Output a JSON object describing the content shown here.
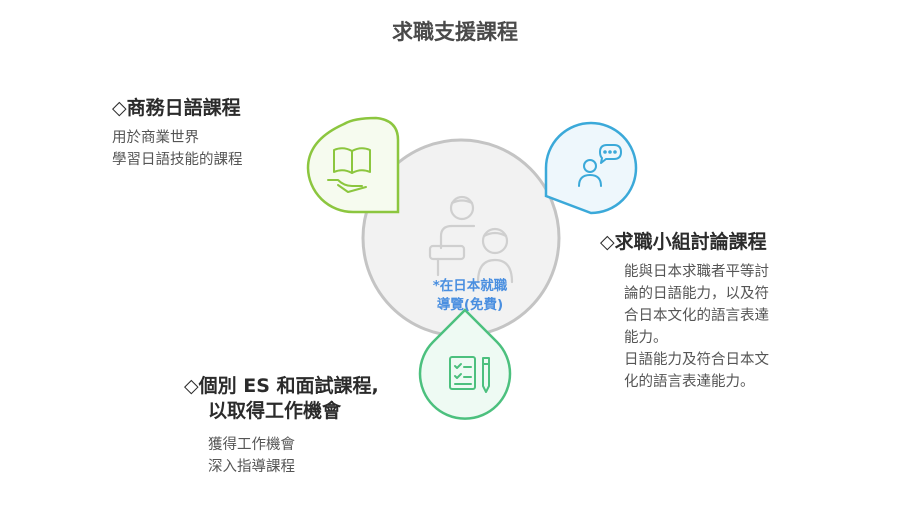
{
  "title": "求職支援課程",
  "center": {
    "line1": "*在日本就職",
    "line2": "導覽(免費)"
  },
  "items": [
    {
      "heading_lines": [
        "◇商務日語課程"
      ],
      "desc_lines": [
        "用於商業世界",
        "學習日語技能的課程"
      ],
      "color": "#8cc63f",
      "icon": "book-in-hand-icon"
    },
    {
      "heading_lines": [
        "◇求職小組討論課程"
      ],
      "desc_lines": [
        "能與日本求職者平等討",
        "論的日語能力，以及符",
        "合日本文化的語言表達",
        "能力。",
        "日語能力及符合日本文",
        "化的語言表達能力。"
      ],
      "color": "#3ba9d9",
      "icon": "discussion-person-icon"
    },
    {
      "heading_lines": [
        "◇個別 ES 和面試課程,",
        "以取得工作機會"
      ],
      "desc_lines": [
        "獲得工作機會",
        "深入指導課程"
      ],
      "color": "#4cc07e",
      "icon": "checklist-pen-icon"
    }
  ]
}
